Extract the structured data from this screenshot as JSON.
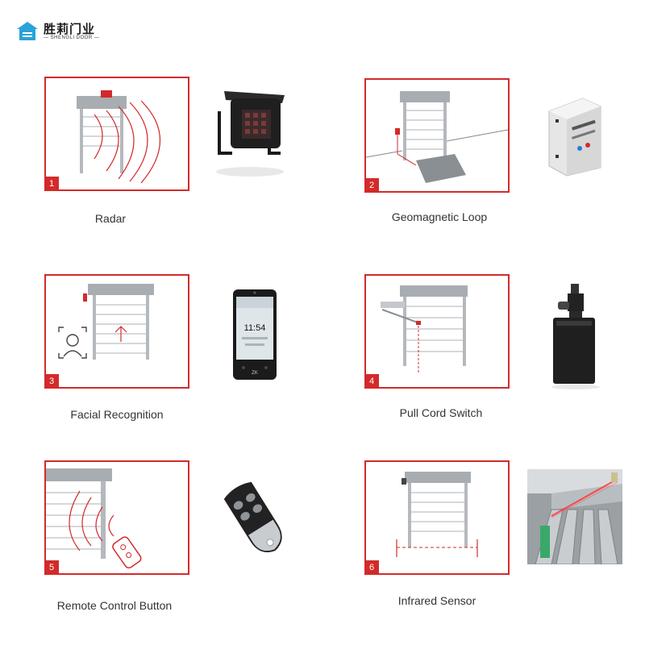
{
  "brand": {
    "name_cn": "胜莉门业",
    "name_en": "— SHENGLI DOOR —"
  },
  "colors": {
    "accent": "#d32a2a",
    "door_frame": "#9aa0a6",
    "logo_blue": "#2aa3d8"
  },
  "items": [
    {
      "number": "1",
      "label": "Radar",
      "illustration": "radar-sensor-door",
      "photo": "radar-device"
    },
    {
      "number": "2",
      "label": "Geomagnetic Loop",
      "illustration": "floor-loop-door",
      "photo": "loop-detector-module"
    },
    {
      "number": "3",
      "label": "Facial Recognition",
      "illustration": "face-scan-door",
      "photo": "face-terminal"
    },
    {
      "number": "4",
      "label": "Pull Cord Switch",
      "illustration": "pull-cord-door",
      "photo": "cord-switch-device"
    },
    {
      "number": "5",
      "label": "Remote Control Button",
      "illustration": "remote-signal-door",
      "photo": "key-fob-remote"
    },
    {
      "number": "6",
      "label": "Infrared Sensor",
      "illustration": "infrared-beam-door",
      "photo": "infrared-beam-scene"
    }
  ],
  "device": {
    "face_terminal_time": "11:54",
    "face_terminal_brand": "ZK"
  }
}
